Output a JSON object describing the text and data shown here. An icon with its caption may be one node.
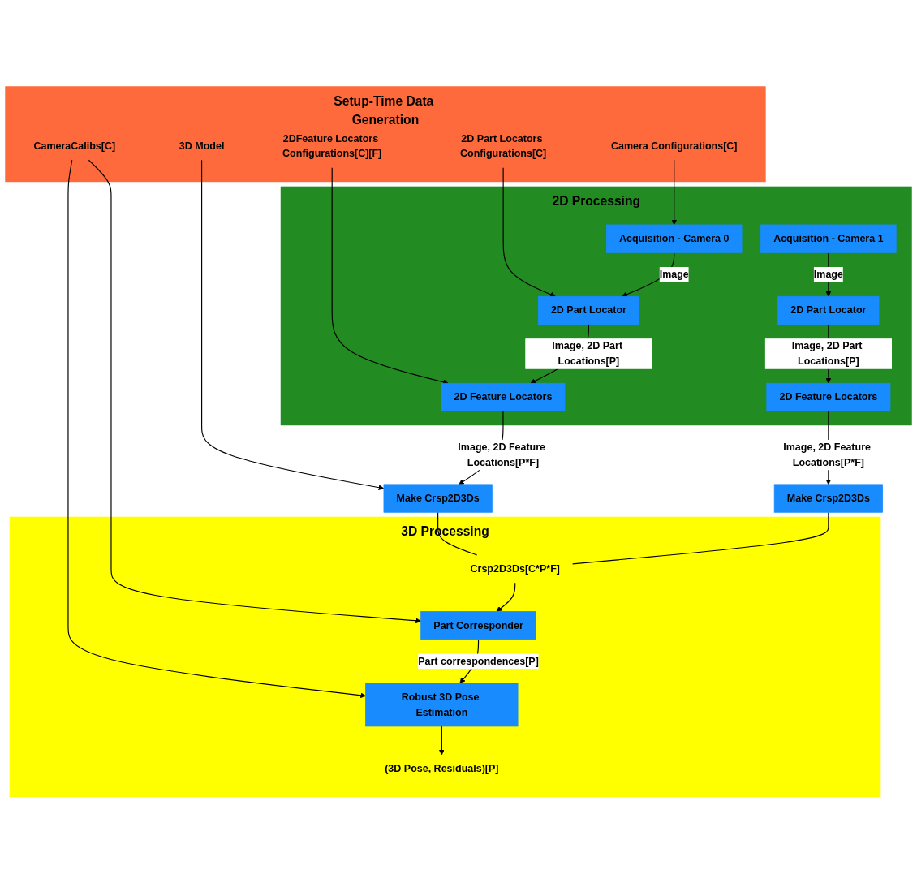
{
  "diagram": {
    "nodes": [
      {
        "text": [
          "Setup-Time Data Generation"
        ]
      },
      {
        "text": [
          "Camera Configurations[C]"
        ],
        "in": 0
      },
      {
        "text": [
          "2D Part Locators Configurations[C]"
        ],
        "in": 0
      },
      {
        "text": [
          "2DFeature Locators Configurations[C][F]"
        ],
        "in": 0
      },
      {
        "text": [
          "3D Model"
        ],
        "in": 0
      },
      {
        "text": [
          "CameraCalibs[C]"
        ],
        "in": 0
      },
      {
        "text": [
          "2D Processing"
        ]
      },
      {
        "text": [
          "Acquisition - Camera 0"
        ],
        "in": 6
      },
      {
        "text": [
          "Acquisition - Camera 1"
        ],
        "in": 6
      },
      {
        "text": [
          "2D Part Locator"
        ],
        "in": 6
      },
      {
        "text": [
          "2D Part Locator"
        ],
        "in": 6
      },
      {
        "text": [
          "2D Feature Locators"
        ],
        "in": 6
      },
      {
        "text": [
          "2D Feature Locators"
        ],
        "in": 6
      },
      {
        "text": [
          "Make Crsp2D3Ds"
        ]
      },
      {
        "text": [
          "Make Crsp2D3Ds"
        ]
      },
      {
        "text": [
          "3D Processing"
        ]
      },
      {
        "text": [
          "Crsp2D3Ds[C*P*F]"
        ],
        "in": 15
      },
      {
        "text": [
          "Part Corresponder"
        ],
        "in": 15
      },
      {
        "text": [
          "Robust 3D Pose Estimation"
        ],
        "in": 15
      },
      {
        "text": [
          "(3D Pose, Residuals)[P]"
        ],
        "in": 15
      }
    ],
    "edges": [
      {
        "from": 1,
        "to": 7,
        "arrow": "to"
      },
      {
        "from": 2,
        "to": 9,
        "arrow": "to"
      },
      {
        "from": 3,
        "to": 11,
        "arrow": "to"
      },
      {
        "from": 4,
        "to": 13,
        "arrow": "to"
      },
      {
        "from": 5,
        "to": 17,
        "arrow": "to"
      },
      {
        "from": 5,
        "to": 18,
        "arrow": "to"
      },
      {
        "from": 7,
        "to": 9,
        "arrow": "to",
        "label": "Image"
      },
      {
        "from": 8,
        "to": 10,
        "arrow": "to",
        "label": "Image"
      },
      {
        "from": 9,
        "to": 11,
        "arrow": "to",
        "label": "Image, 2D Part Locations[P]"
      },
      {
        "from": 10,
        "to": 12,
        "arrow": "to",
        "label": "Image, 2D Part Locations[P]"
      },
      {
        "from": 11,
        "to": 13,
        "arrow": "to",
        "label": "Image, 2D Feature Locations[P*F]"
      },
      {
        "from": 12,
        "to": 14,
        "arrow": "to",
        "label": "Image, 2D Feature Locations[P*F]"
      },
      {
        "from": 13,
        "to": 16,
        "arrow": "none"
      },
      {
        "from": 14,
        "to": 16,
        "arrow": "none"
      },
      {
        "from": 16,
        "to": 17,
        "arrow": "to"
      },
      {
        "from": 17,
        "to": 18,
        "arrow": "to",
        "label": "Part correspondences[P]"
      },
      {
        "from": 18,
        "to": 19,
        "arrow": "to"
      }
    ]
  }
}
